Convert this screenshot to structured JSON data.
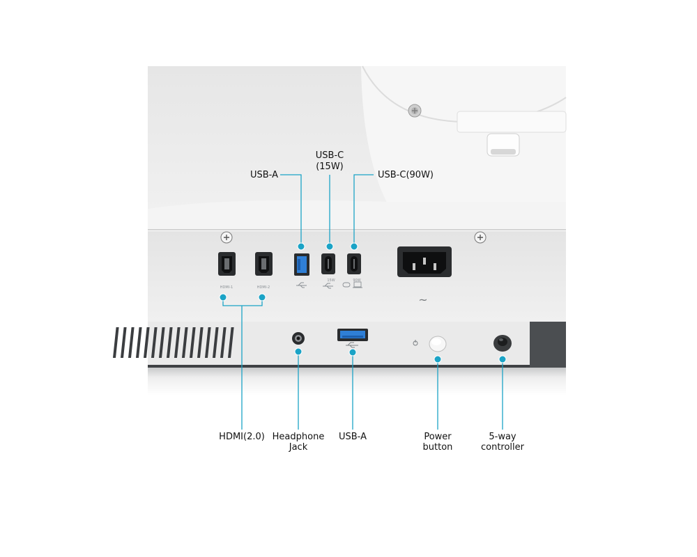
{
  "colors": {
    "leader": "#1ba3c6",
    "panel": "#ececec",
    "bezel": "#4a4d50",
    "port": "#202224",
    "usb_blue": "#2f7fd6"
  },
  "callouts": {
    "usb_a_top": "USB-A",
    "usb_c_15w_line1": "USB-C",
    "usb_c_15w_line2": "(15W)",
    "usb_c_90w": "USB-C(90W)",
    "hdmi": "HDMI(2.0)",
    "headphone_line1": "Headphone",
    "headphone_line2": "Jack",
    "usb_a_bottom": "USB-A",
    "power_line1": "Power",
    "power_line2": "button",
    "controller_line1": "5-way",
    "controller_line2": "controller"
  },
  "port_markings": {
    "hdmi_1": "HDMI-1",
    "hdmi_2": "HDMI-2",
    "watt_15": "15W",
    "watt_90": "90W",
    "ac_symbol": "~"
  },
  "icons": [
    "usb-icon",
    "laptop-icon",
    "power-icon",
    "screw-icon"
  ]
}
